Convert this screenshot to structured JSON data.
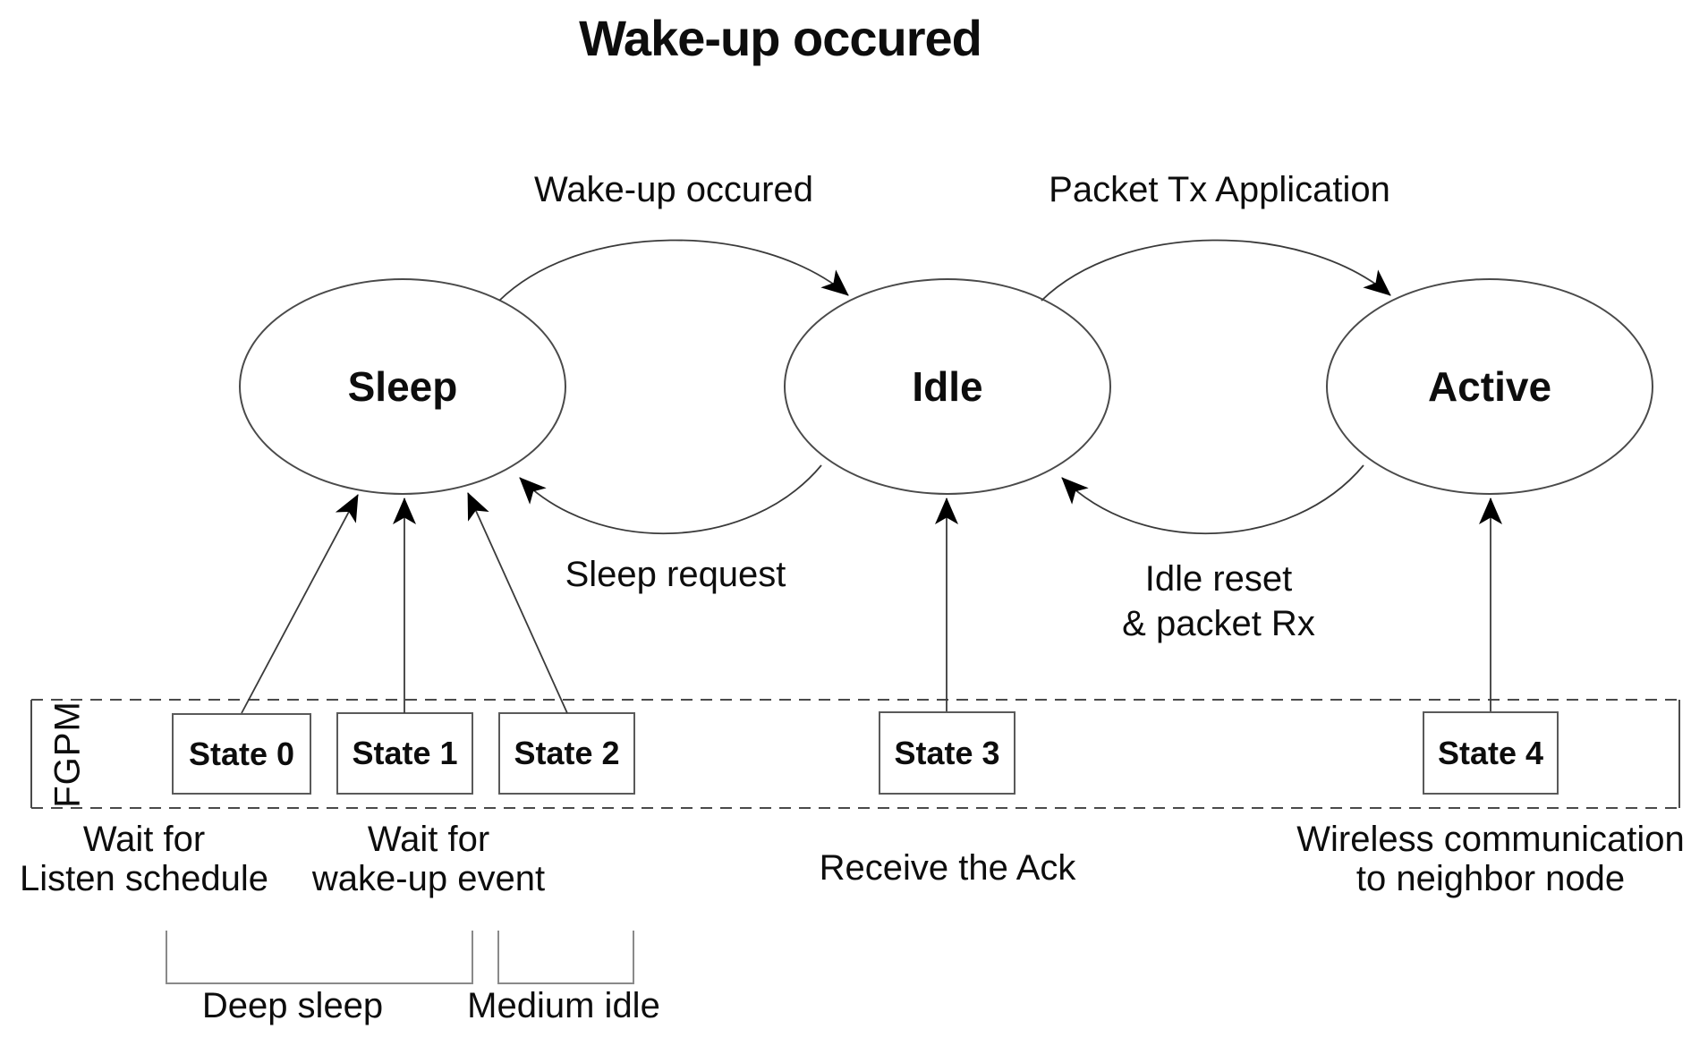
{
  "title": "Wake-up occured",
  "colors": {
    "background": "#ffffff",
    "stroke": "#4a4a4a",
    "arrowhead": "#000000",
    "text": "#0d0d0d"
  },
  "states": {
    "ellipses": [
      {
        "label": "Sleep"
      },
      {
        "label": "Idle"
      },
      {
        "label": "Active"
      }
    ],
    "boxes": [
      {
        "label": "State 0"
      },
      {
        "label": "State 1"
      },
      {
        "label": "State 2"
      },
      {
        "label": "State 3"
      },
      {
        "label": "State 4"
      }
    ]
  },
  "container": {
    "label": "FGPM"
  },
  "transitions": {
    "wake_up": "Wake-up occured",
    "packet_tx": "Packet Tx Application",
    "sleep_request": "Sleep request",
    "idle_reset_line1": "Idle reset",
    "idle_reset_line2": "& packet Rx"
  },
  "annotations": {
    "state0_line1": "Wait for",
    "state0_line2": "Listen schedule",
    "state12_line1": "Wait for",
    "state12_line2": "wake-up event",
    "state3": "Receive the Ack",
    "state4_line1": "Wireless communication",
    "state4_line2": "to neighbor node"
  },
  "brackets": {
    "deep_sleep": "Deep sleep",
    "medium_idle": "Medium idle"
  }
}
